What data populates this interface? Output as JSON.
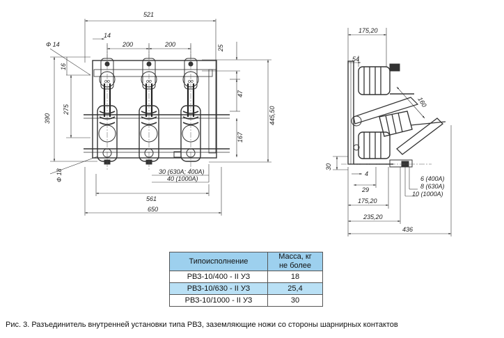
{
  "front_view": {
    "dimensions": {
      "d521": "521",
      "d14": "14",
      "d200a": "200",
      "d200b": "200",
      "d25": "25",
      "phi14": "Ф 14",
      "d16": "16",
      "d47": "47",
      "d390": "390",
      "d275": "275",
      "d445": "445,50",
      "d167": "167",
      "phi18": "Ф 18",
      "d30": "30 (630А; 400А)",
      "d40": "40 (1000А)",
      "d561": "561",
      "d650": "650"
    }
  },
  "side_view": {
    "dimensions": {
      "d175top": "175,20",
      "d54": "54",
      "d160": "160",
      "d30": "30",
      "d4": "4",
      "d29": "29",
      "d175bot": "175,20",
      "d235": "235,20",
      "d436": "436",
      "n6": "6 (400А)",
      "n8": "8 (630А)",
      "n10": "10 (1000А)"
    }
  },
  "table": {
    "header_type": "Типоисполнение",
    "header_mass_line1": "Масса, кг",
    "header_mass_line2": "не более",
    "rows": [
      {
        "type": "РВЗ-10/400 - II УЗ",
        "mass": "18"
      },
      {
        "type": "РВЗ-10/630 - II УЗ",
        "mass": "25,4"
      },
      {
        "type": "РВЗ-10/1000 - II УЗ",
        "mass": "30"
      }
    ]
  },
  "caption": "Рис. 3. Разъединитель внутренней установки типа РВЗ, заземляющие ножи со стороны шарнирных  контактов",
  "colors": {
    "header_bg": "#9dd0ee",
    "highlight_row": "#b9e0f5",
    "line": "#333333"
  }
}
